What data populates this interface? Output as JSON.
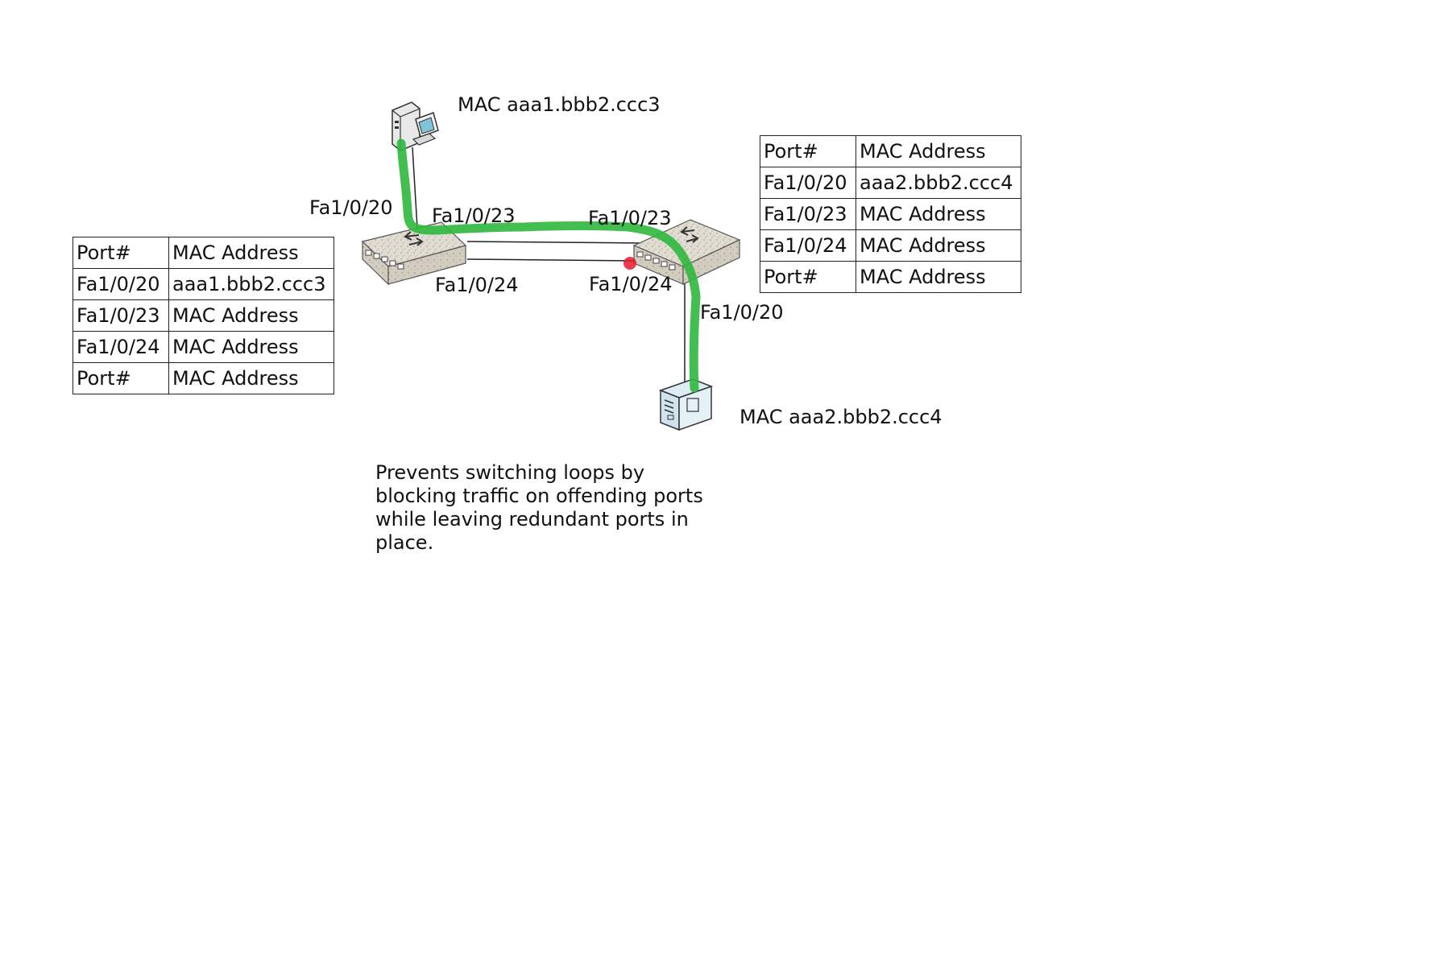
{
  "hosts": {
    "pc_mac_label": "MAC aaa1.bbb2.ccc3",
    "server_mac_label": "MAC aaa2.bbb2.ccc4"
  },
  "ports": {
    "left_switch": {
      "host_port": "Fa1/0/20",
      "upper_port": "Fa1/0/23",
      "lower_port": "Fa1/0/24"
    },
    "right_switch": {
      "host_port": "Fa1/0/20",
      "upper_port": "Fa1/0/23",
      "lower_port": "Fa1/0/24"
    }
  },
  "tables": {
    "left": [
      [
        "Port#",
        "MAC Address"
      ],
      [
        "Fa1/0/20",
        "aaa1.bbb2.ccc3"
      ],
      [
        "Fa1/0/23",
        "MAC Address"
      ],
      [
        "Fa1/0/24",
        "MAC Address"
      ],
      [
        "Port#",
        "MAC Address"
      ]
    ],
    "right": [
      [
        "Port#",
        "MAC Address"
      ],
      [
        "Fa1/0/20",
        "aaa2.bbb2.ccc4"
      ],
      [
        "Fa1/0/23",
        "MAC Address"
      ],
      [
        "Fa1/0/24",
        "MAC Address"
      ],
      [
        "Port#",
        "MAC Address"
      ]
    ]
  },
  "description": "Prevents switching loops by blocking traffic on offending ports while leaving redundant ports in place.",
  "colors": {
    "active_path": "#2db83d",
    "blocked_port": "#e8192c"
  }
}
